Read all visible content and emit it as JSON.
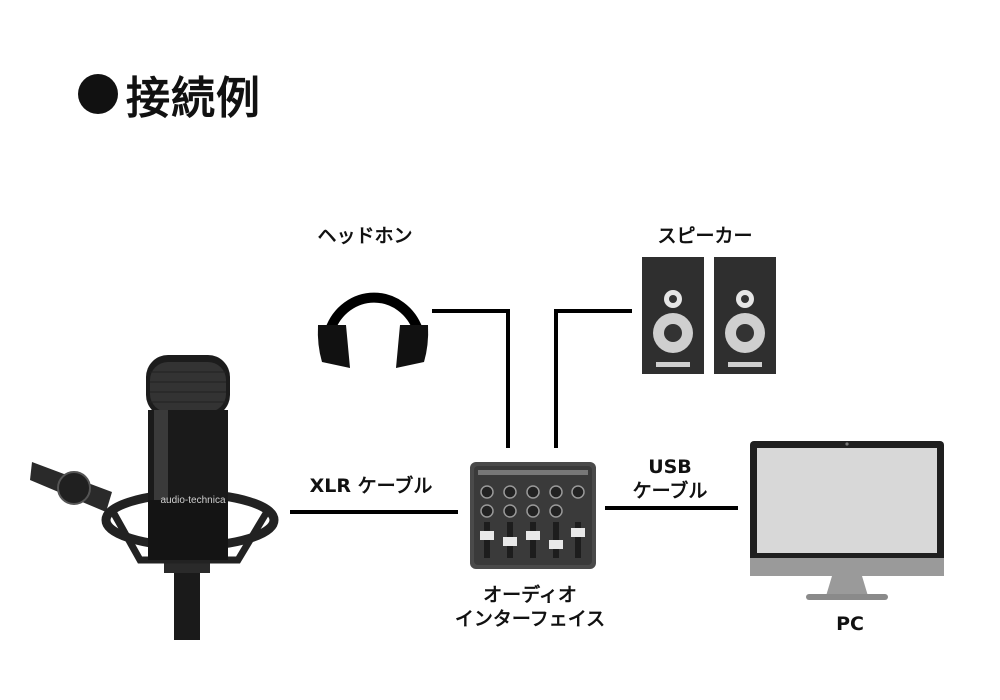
{
  "title": "接続例",
  "labels": {
    "headphones": "ヘッドホン",
    "speakers": "スピーカー",
    "xlr_cable": "XLR ケーブル",
    "usb_cable_line1": "USB",
    "usb_cable_line2": "ケーブル",
    "interface_line1": "オーディオ",
    "interface_line2": "インターフェイス",
    "pc": "PC",
    "mic_brand": "audio-technica"
  },
  "colors": {
    "line": "#000000",
    "device_dark": "#2b2b2b",
    "device_gray": "#9a9a9a",
    "screen": "#d8d8d8"
  }
}
